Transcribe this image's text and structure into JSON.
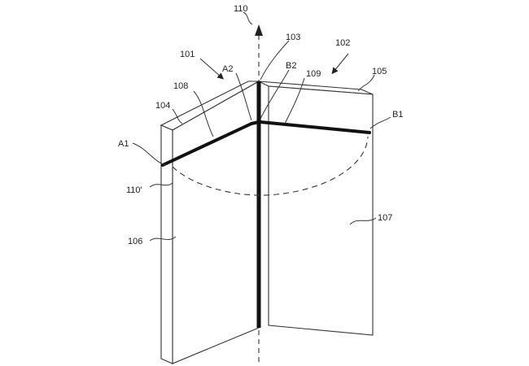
{
  "labels": {
    "axis": "110",
    "axis_projection": "110'",
    "hinge": "103",
    "panel_left": "101",
    "panel_right": "102",
    "top_left": "104",
    "top_right": "105",
    "face_left": "106",
    "face_right": "107",
    "line_left": "108",
    "line_right": "109",
    "point_a1": "A1",
    "point_a2": "A2",
    "point_b1": "B1",
    "point_b2": "B2"
  }
}
